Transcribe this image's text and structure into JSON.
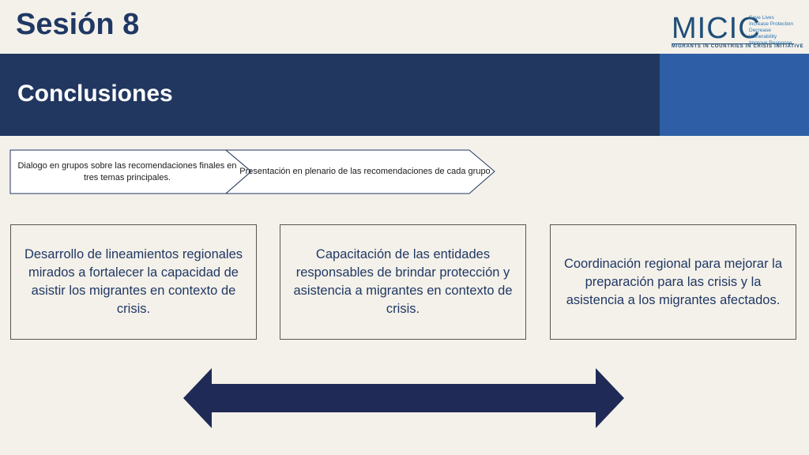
{
  "header": {
    "session_title": "Sesión 8",
    "banner_title": "Conclusiones"
  },
  "logo": {
    "name": "MICIC",
    "taglines": [
      "Save Lives",
      "Increase Protection",
      "Decrease Vulnerability",
      "Improve Response"
    ],
    "subtitle": "MIGRANTS IN COUNTRIES IN CRISIS INITIATIVE"
  },
  "process_steps": [
    "Dialogo en grupos sobre las recomendaciones finales en tres temas principales.",
    "Presentación en plenario de las recomendaciones de cada grupo"
  ],
  "boxes": [
    "Desarrollo de lineamientos regionales mirados a fortalecer la capacidad de asistir los migrantes en contexto de crisis.",
    "Capacitación de las entidades responsables de brindar protección y asistencia a migrantes en contexto de crisis.",
    "Coordinación regional para mejorar la preparación para las crisis y la asistencia a los migrantes afectados."
  ],
  "colors": {
    "banner_dark": "#213760",
    "banner_light": "#2e5fa6",
    "title_text": "#1f3864",
    "arrow": "#1f2a56",
    "background": "#f4f1ea"
  },
  "icons": {
    "arrow": "double-headed-arrow-icon"
  }
}
